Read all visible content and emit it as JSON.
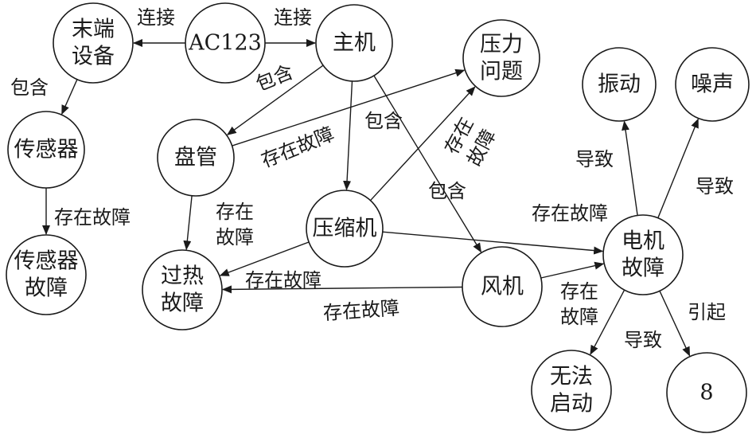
{
  "nodes": {
    "ac123": [
      "AC123"
    ],
    "terminal": [
      "末端",
      "设备"
    ],
    "host": [
      "主机"
    ],
    "pressure": [
      "压力",
      "问题"
    ],
    "vibration": [
      "振动"
    ],
    "noise": [
      "噪声"
    ],
    "sensor": [
      "传感器"
    ],
    "coil": [
      "盘管"
    ],
    "compressor": [
      "压缩机"
    ],
    "sensor_fault": [
      "传感器",
      "故障"
    ],
    "overheat": [
      "过热",
      "故障"
    ],
    "fan": [
      "风机"
    ],
    "motor_fault": [
      "电机",
      "故障"
    ],
    "no_start": [
      "无法",
      "启动"
    ],
    "eight": [
      "8"
    ]
  },
  "edges": {
    "ac_terminal": [
      "连接"
    ],
    "ac_host": [
      "连接"
    ],
    "terminal_sensor": [
      "包含"
    ],
    "host_coil": [
      "包含"
    ],
    "host_compressor": [
      "包含"
    ],
    "host_fan": [
      "包含"
    ],
    "coil_pressure": [
      "存在故障"
    ],
    "compressor_pressure": [
      "存在",
      "故障"
    ],
    "sensor_fault": [
      "存在故障"
    ],
    "coil_overheat": [
      "存在",
      "故障"
    ],
    "compressor_overheat": [
      "存在故障"
    ],
    "fan_overheat": [
      "存在故障"
    ],
    "compressor_motor": [
      "存在故障"
    ],
    "fan_motor": [
      "存在",
      "故障"
    ],
    "motor_vibration": [
      "导致"
    ],
    "motor_noise": [
      "导致"
    ],
    "motor_nostart": [
      "导致"
    ],
    "motor_eight": [
      "引起"
    ]
  }
}
